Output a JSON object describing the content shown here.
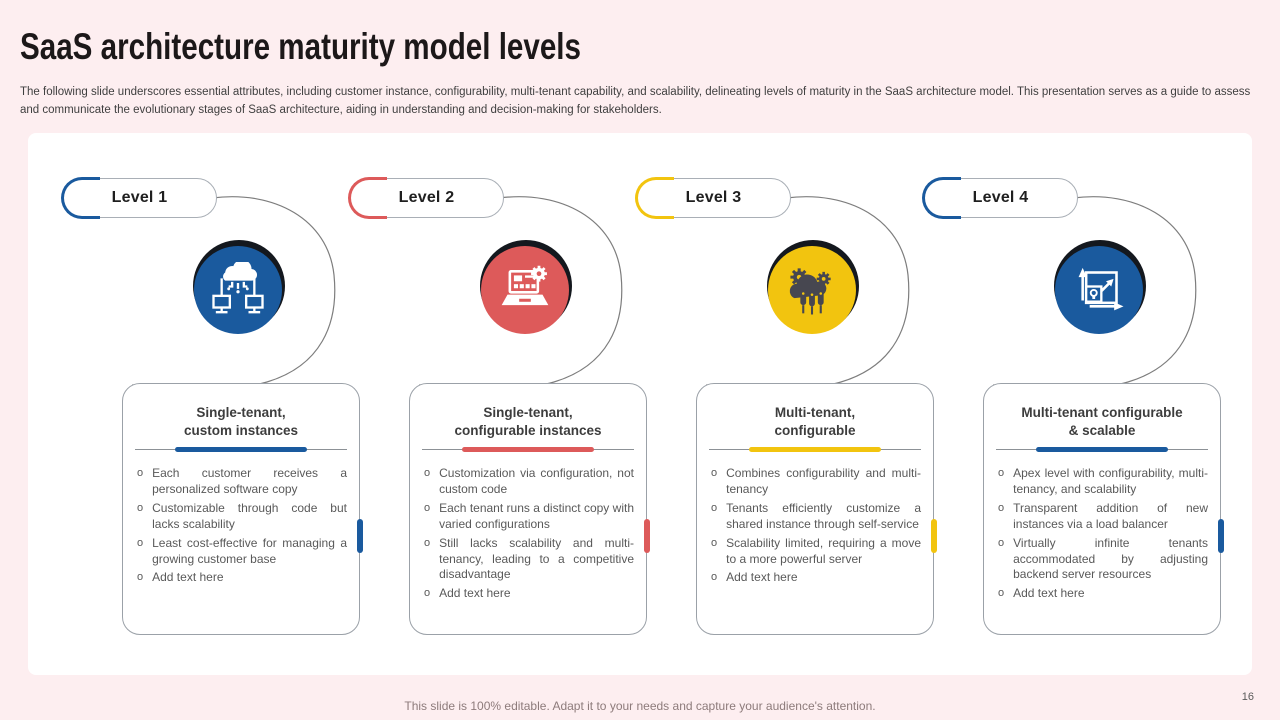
{
  "slide": {
    "title": "SaaS architecture maturity model levels",
    "subtitle": "The following slide underscores essential attributes, including customer instance, configurability, multi-tenant capability, and scalability, delineating levels of maturity in the SaaS architecture model. This presentation serves as a guide to assess and communicate the evolutionary stages of SaaS architecture, aiding in understanding and decision-making for stakeholders.",
    "footer": "This slide is 100% editable. Adapt it to your needs and capture your audience's attention.",
    "page_number": "16"
  },
  "colors": {
    "background_pink": "#fdeef0",
    "panel_white": "#ffffff",
    "blue": "#1a5a9e",
    "red": "#dd5a5a",
    "yellow": "#f2c40f",
    "dark_crescent": "#14181e",
    "connector_gray": "#7d7d7d",
    "body_text": "#595959",
    "title_text": "#1c1819"
  },
  "levels": [
    {
      "badge": "Level 1",
      "accent": "#1a5a9e",
      "icon": "cloud-network-icon",
      "title_lines": [
        "Single-tenant,",
        "custom instances"
      ],
      "bullets": [
        "Each customer receives a personalized software copy",
        "Customizable through code but lacks scalability",
        "Least cost-effective for managing a growing customer base",
        "Add text here"
      ]
    },
    {
      "badge": "Level 2",
      "accent": "#dd5a5a",
      "icon": "laptop-gear-icon",
      "title_lines": [
        "Single-tenant,",
        "configurable instances"
      ],
      "bullets": [
        "Customization via configuration, not custom code",
        "Each tenant runs a distinct copy with varied configurations",
        "Still lacks scalability and multi-tenancy, leading to a competitive disadvantage",
        "Add text here"
      ]
    },
    {
      "badge": "Level 3",
      "accent": "#f2c40f",
      "icon": "cloud-gears-icon",
      "title_lines": [
        "Multi-tenant,",
        "configurable"
      ],
      "bullets": [
        "Combines configurability and multi-tenancy",
        "Tenants efficiently customize a shared instance through self-service",
        "Scalability limited, requiring a move to a more powerful server",
        "Add text here"
      ]
    },
    {
      "badge": "Level 4",
      "accent": "#1a5a9e",
      "icon": "scale-expand-icon",
      "title_lines": [
        "Multi-tenant configurable",
        "& scalable"
      ],
      "bullets": [
        "Apex level with configurability, multi-tenancy, and scalability",
        "Transparent addition of new instances via a load balancer",
        "Virtually infinite tenants accommodated by adjusting backend server resources",
        "Add text here"
      ]
    }
  ]
}
